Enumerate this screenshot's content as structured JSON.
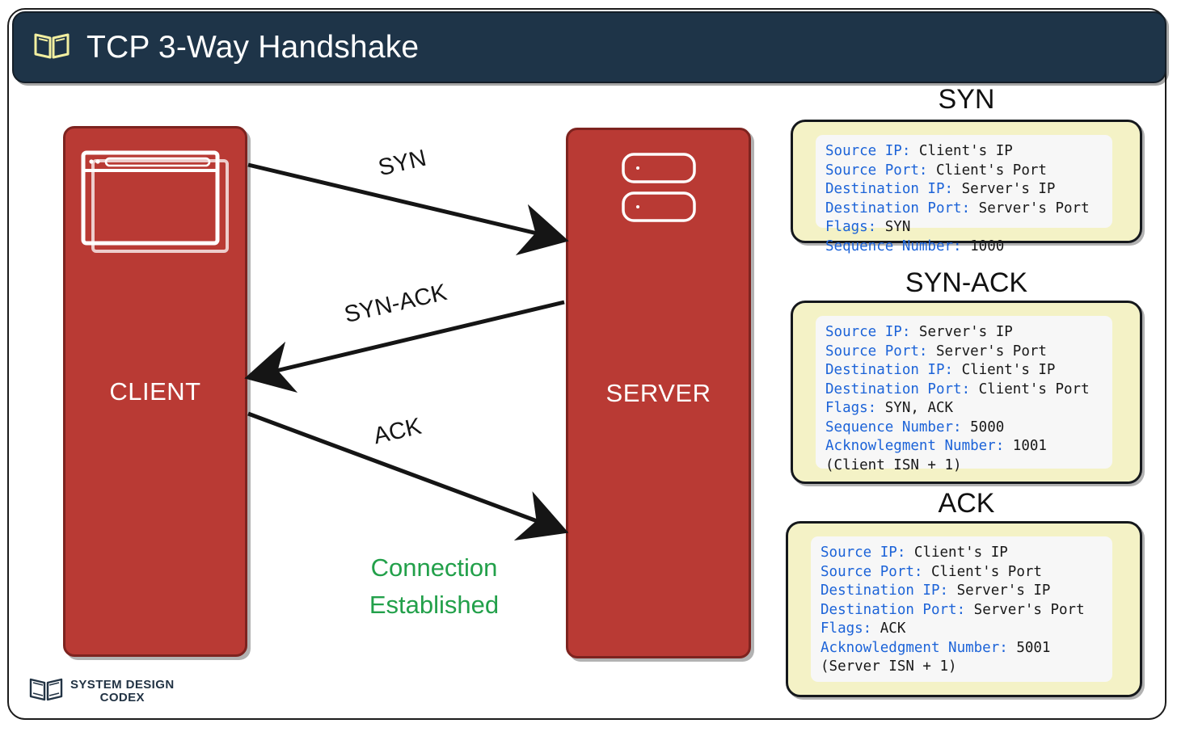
{
  "header": {
    "title": "TCP 3-Way Handshake",
    "icon": "open-book-icon",
    "background": "#1e3448",
    "icon_color": "#f2efa0"
  },
  "diagram": {
    "client": {
      "label": "CLIENT",
      "icon": "browser-window-icon",
      "color": "#b93a34"
    },
    "server": {
      "label": "SERVER",
      "icon": "server-rack-icon",
      "color": "#b93a34"
    },
    "arrows": [
      {
        "label": "SYN",
        "direction": "client-to-server"
      },
      {
        "label": "SYN-ACK",
        "direction": "server-to-client"
      },
      {
        "label": "ACK",
        "direction": "client-to-server"
      }
    ],
    "status": {
      "line1": "Connection",
      "line2": "Established",
      "color": "#22a04a"
    }
  },
  "packets": [
    {
      "heading": "SYN",
      "fields": [
        {
          "key": "Source IP:",
          "value": "Client's IP"
        },
        {
          "key": "Source Port:",
          "value": "Client's Port"
        },
        {
          "key": "Destination IP:",
          "value": "Server's IP"
        },
        {
          "key": "Destination Port:",
          "value": "Server's Port"
        },
        {
          "key": "Flags:",
          "value": "SYN"
        },
        {
          "key": "Sequence Number:",
          "value": "1000"
        }
      ],
      "note": ""
    },
    {
      "heading": "SYN-ACK",
      "fields": [
        {
          "key": "Source IP:",
          "value": "Server's IP"
        },
        {
          "key": "Source Port:",
          "value": "Server's Port"
        },
        {
          "key": "Destination IP:",
          "value": "Client's IP"
        },
        {
          "key": "Destination Port:",
          "value": "Client's Port"
        },
        {
          "key": "Flags:",
          "value": "SYN, ACK"
        },
        {
          "key": "Sequence Number:",
          "value": "5000"
        },
        {
          "key": "Acknowlegment Number:",
          "value": "1001"
        }
      ],
      "note": "(Client ISN + 1)"
    },
    {
      "heading": "ACK",
      "fields": [
        {
          "key": "Source IP:",
          "value": "Client's IP"
        },
        {
          "key": "Source Port:",
          "value": "Client's Port"
        },
        {
          "key": "Destination IP:",
          "value": "Server's IP"
        },
        {
          "key": "Destination Port:",
          "value": "Server's Port"
        },
        {
          "key": "Flags:",
          "value": "ACK"
        },
        {
          "key": "Acknowledgment Number:",
          "value": "5001"
        }
      ],
      "note": "(Server ISN + 1)"
    }
  ],
  "footer": {
    "line1": "SYSTEM DESIGN",
    "line2": "CODEX",
    "icon": "open-book-icon"
  }
}
